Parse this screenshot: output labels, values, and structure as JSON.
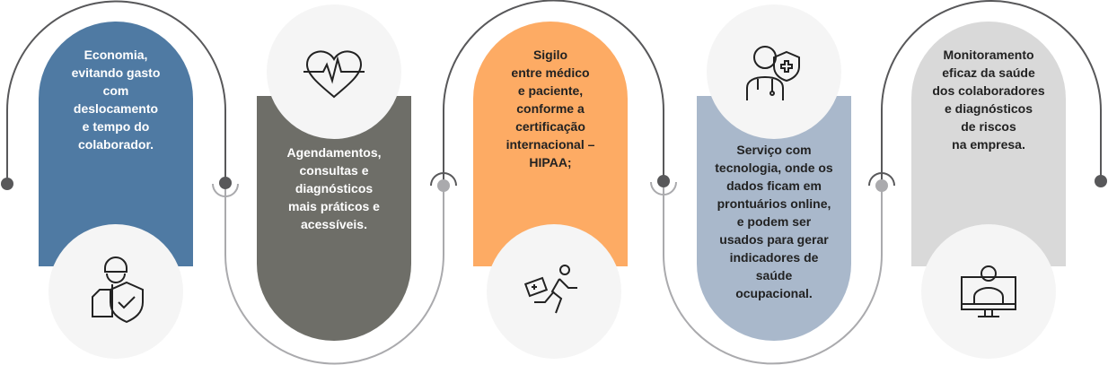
{
  "steps": [
    {
      "text": "Economia,\nevitando gasto\ncom\ndeslocamento\ne tempo do\ncolaborador.",
      "color": "#4f7aa3",
      "text_color": "#ffffff",
      "icon": "worker-shield-icon"
    },
    {
      "text": "Agendamentos,\nconsultas e\ndiagnósticos\nmais práticos e\nacessíveis.",
      "color": "#6e6e68",
      "text_color": "#ffffff",
      "icon": "heartbeat-icon"
    },
    {
      "text": "Sigilo\nentre médico\ne paciente,\nconforme a\ncertificação\ninternacional –\nHIPAA;",
      "color": "#fdab64",
      "text_color": "#222222",
      "icon": "running-medic-icon"
    },
    {
      "text": "Serviço com\ntecnologia, onde os\ndados ficam em\nprontuários online,\ne podem ser\nusados para gerar\nindicadores de\nsaúde\nocupacional.",
      "color": "#a9b8cb",
      "text_color": "#222222",
      "icon": "doctor-shield-icon"
    },
    {
      "text": "Monitoramento\neficaz da saúde\ndos colaboradores\ne diagnósticos\nde riscos\nna empresa.",
      "color": "#d9d9d9",
      "text_color": "#222222",
      "icon": "telemedicine-icon"
    }
  ],
  "line_colors": {
    "dark": "#58585a",
    "light": "#aaaaad"
  }
}
